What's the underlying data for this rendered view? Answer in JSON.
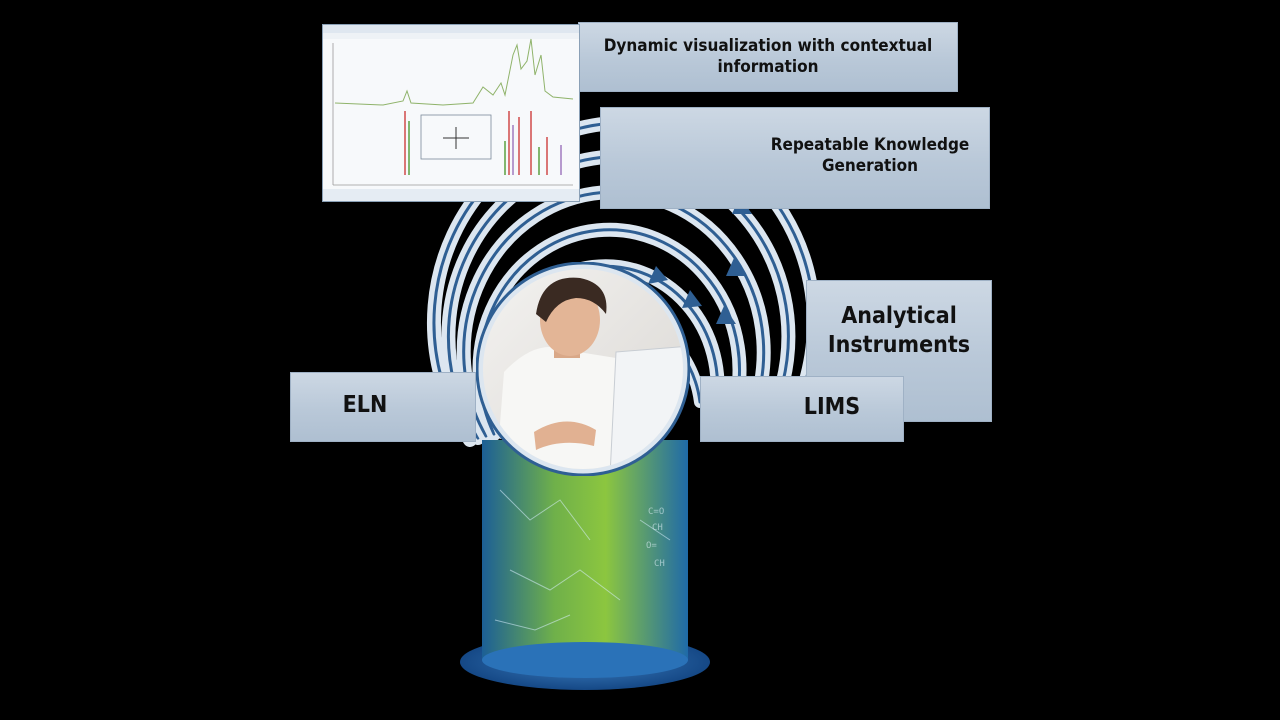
{
  "labels": {
    "dynamic_visualization": "Dynamic visualization with contextual information",
    "repeatable_knowledge": "Repeatable Knowledge Generation",
    "analytical_instruments": "Analytical Instruments",
    "lims": "LIMS",
    "eln": "ELN"
  },
  "colors": {
    "background": "#000000",
    "panel": "#c3d0de",
    "arc": "#2f5f93",
    "arc_light": "#dce6f0",
    "cylinder_green": "#7fbf3a",
    "cylinder_blue": "#1f6aa8"
  }
}
